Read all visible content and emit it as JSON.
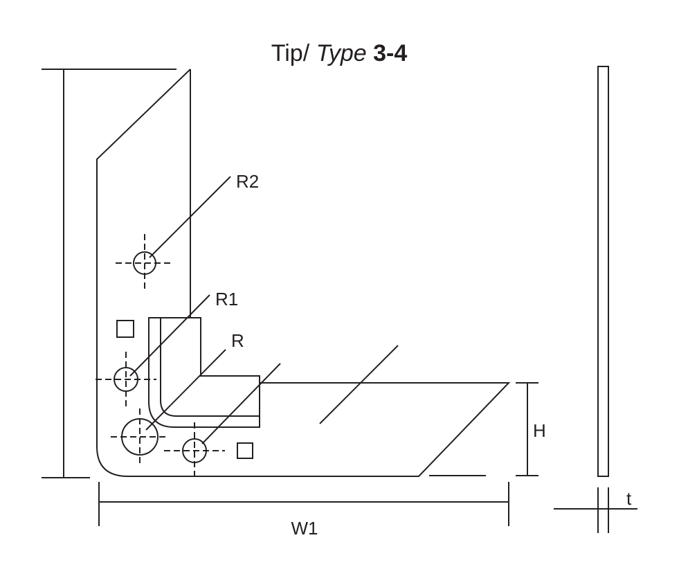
{
  "title": {
    "prefix": "Tip/ ",
    "italic": "Type",
    "bold": "3-4"
  },
  "labels": {
    "r2": "R2",
    "r1": "R1",
    "r": "R",
    "h": "H",
    "w1": "W1",
    "t": "t"
  }
}
